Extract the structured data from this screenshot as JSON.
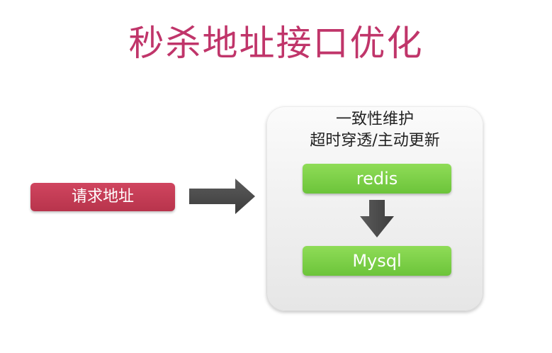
{
  "title": "秒杀地址接口优化",
  "request": {
    "label": "请求地址"
  },
  "panel": {
    "line1": "一致性维护",
    "line2": "超时穿透/主动更新",
    "redis_label": "redis",
    "mysql_label": "Mysql"
  },
  "colors": {
    "title": "#c0356a",
    "request_box": "#c63c56",
    "green_box": "#7bd148",
    "arrow": "#505050",
    "panel_bg": "#eeeeee"
  },
  "icons": {
    "main_arrow": "right-arrow-icon",
    "flow_arrow": "down-arrow-icon"
  }
}
